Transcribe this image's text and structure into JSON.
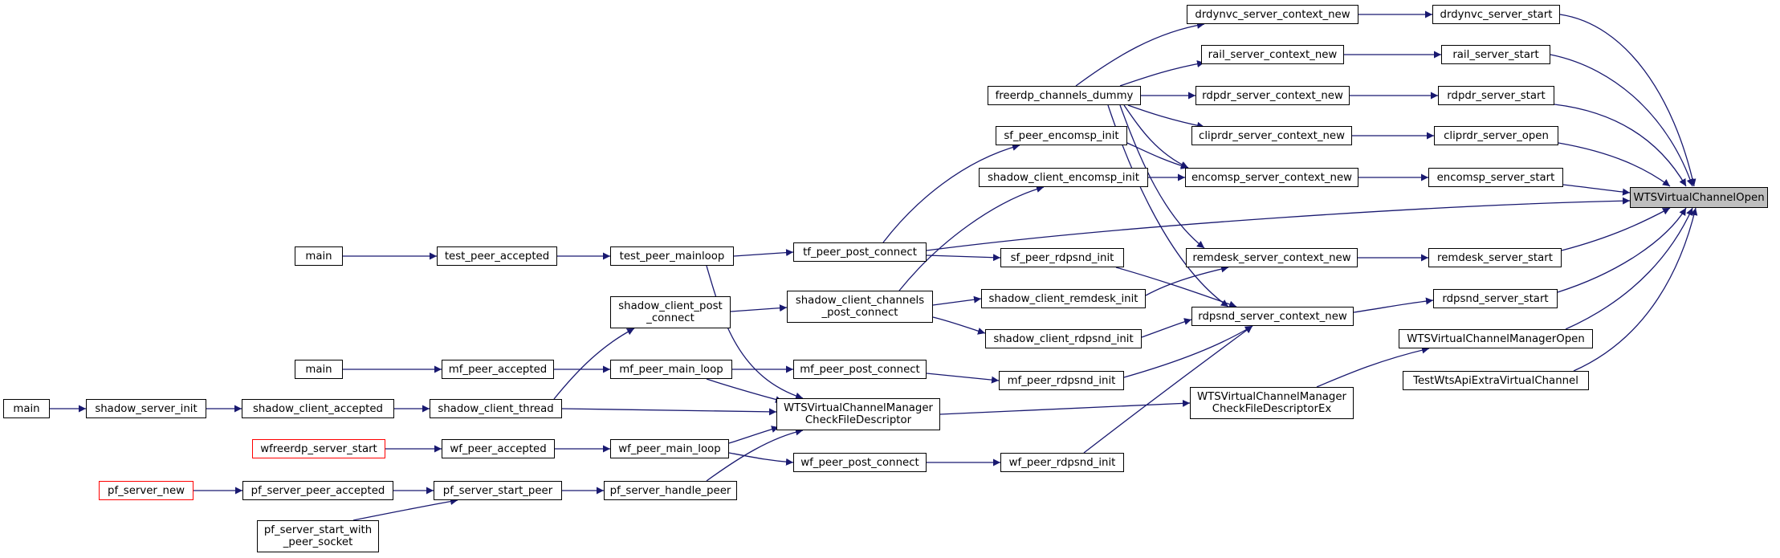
{
  "nodes": {
    "wts_virtual_channel_open": "WTSVirtualChannelOpen",
    "drdynvc_server_start": "drdynvc_server_start",
    "rail_server_start": "rail_server_start",
    "rdpdr_server_start": "rdpdr_server_start",
    "cliprdr_server_open": "cliprdr_server_open",
    "encomsp_server_start": "encomsp_server_start",
    "remdesk_server_start": "remdesk_server_start",
    "rdpsnd_server_start": "rdpsnd_server_start",
    "wts_virtual_channel_manager_open": "WTSVirtualChannelManagerOpen",
    "test_wts_api_extra_virtual_channel": "TestWtsApiExtraVirtualChannel",
    "drdynvc_server_context_new": "drdynvc_server_context_new",
    "rail_server_context_new": "rail_server_context_new",
    "rdpdr_server_context_new": "rdpdr_server_context_new",
    "cliprdr_server_context_new": "cliprdr_server_context_new",
    "encomsp_server_context_new": "encomsp_server_context_new",
    "remdesk_server_context_new": "remdesk_server_context_new",
    "rdpsnd_server_context_new": "rdpsnd_server_context_new",
    "wts_cfd_ex": "WTSVirtualChannelManager\nCheckFileDescriptorEx",
    "freerdp_channels_dummy": "freerdp_channels_dummy",
    "sf_peer_encomsp_init": "sf_peer_encomsp_init",
    "shadow_client_encomsp_init": "shadow_client_encomsp_init",
    "sf_peer_rdpsnd_init": "sf_peer_rdpsnd_init",
    "shadow_client_remdesk_init": "shadow_client_remdesk_init",
    "shadow_client_rdpsnd_init": "shadow_client_rdpsnd_init",
    "mf_peer_rdpsnd_init": "mf_peer_rdpsnd_init",
    "wf_peer_rdpsnd_init": "wf_peer_rdpsnd_init",
    "tf_peer_post_connect": "tf_peer_post_connect",
    "shadow_client_channels_post_connect": "shadow_client_channels\n_post_connect",
    "mf_peer_post_connect": "mf_peer_post_connect",
    "wts_cfd": "WTSVirtualChannelManager\nCheckFileDescriptor",
    "wf_peer_post_connect": "wf_peer_post_connect",
    "test_peer_mainloop": "test_peer_mainloop",
    "shadow_client_post_connect": "shadow_client_post\n_connect",
    "mf_peer_main_loop": "mf_peer_main_loop",
    "wf_peer_main_loop": "wf_peer_main_loop",
    "pf_server_handle_peer": "pf_server_handle_peer",
    "test_peer_accepted": "test_peer_accepted",
    "mf_peer_accepted": "mf_peer_accepted",
    "shadow_client_thread": "shadow_client_thread",
    "wf_peer_accepted": "wf_peer_accepted",
    "pf_server_start_peer": "pf_server_start_peer",
    "main_1": "main",
    "main_2": "main",
    "shadow_client_accepted": "shadow_client_accepted",
    "wfreerdp_server_start": "wfreerdp_server_start",
    "pf_server_peer_accepted": "pf_server_peer_accepted",
    "pf_server_start_with_peer_socket": "pf_server_start_with\n_peer_socket",
    "shadow_server_init": "shadow_server_init",
    "main_3": "main",
    "pf_server_new": "pf_server_new"
  },
  "colors": {
    "edge": "#191970",
    "node_border": "#000000",
    "external_border": "#ff0000",
    "root_fill": "#bfbfbf"
  }
}
